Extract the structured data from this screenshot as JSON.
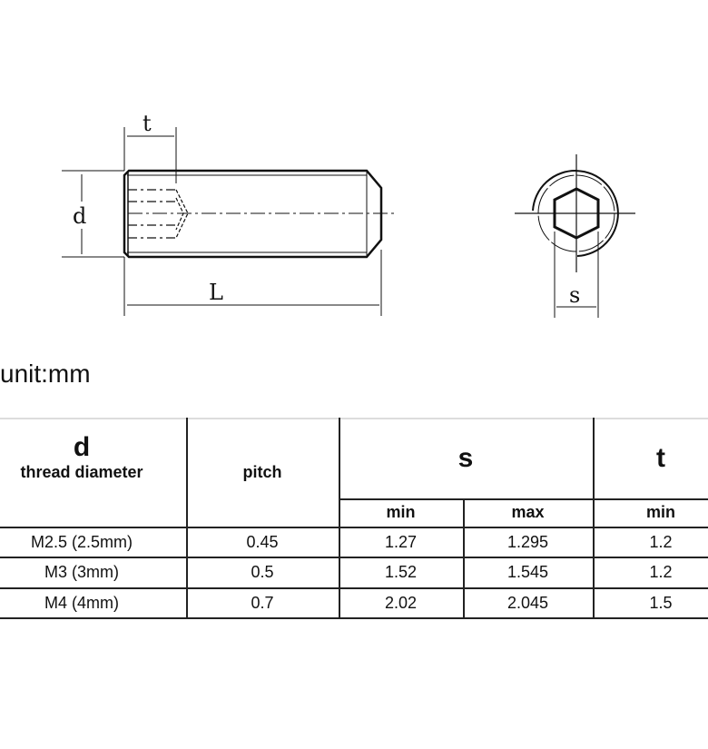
{
  "drawing": {
    "labels": {
      "t": "t",
      "d": "d",
      "L": "L",
      "s": "s"
    }
  },
  "unit_label": "unit:mm",
  "table": {
    "headers": {
      "d_symbol": "d",
      "d_desc": "thread diameter",
      "pitch": "pitch",
      "s": "s",
      "t": "t",
      "s_min": "min",
      "s_max": "max",
      "t_min": "min"
    },
    "rows": [
      {
        "d": "M2.5 (2.5mm)",
        "pitch": "0.45",
        "s_min": "1.27",
        "s_max": "1.295",
        "t_min": "1.2"
      },
      {
        "d": "M3 (3mm)",
        "pitch": "0.5",
        "s_min": "1.52",
        "s_max": "1.545",
        "t_min": "1.2"
      },
      {
        "d": "M4 (4mm)",
        "pitch": "0.7",
        "s_min": "2.02",
        "s_max": "2.045",
        "t_min": "1.5"
      }
    ]
  }
}
